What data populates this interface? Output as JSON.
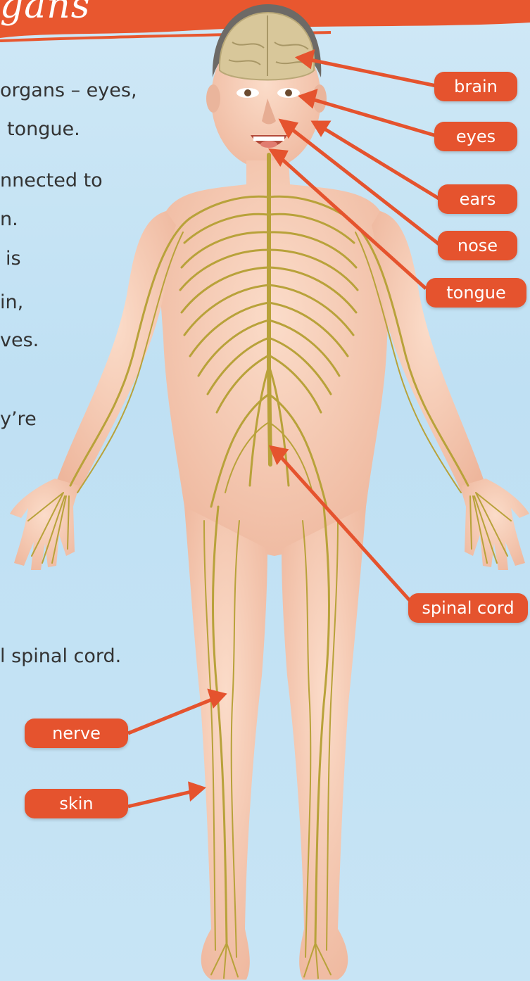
{
  "banner": {
    "title_fragment": "gans"
  },
  "text_lines": [
    "organs – eyes,",
    "tongue.",
    "nnected to",
    "n.",
    "is",
    "in,",
    "ves.",
    "y’re",
    "l spinal cord."
  ],
  "labels": {
    "brain": "brain",
    "eyes": "eyes",
    "ears": "ears",
    "nose": "nose",
    "tongue": "tongue",
    "spinal_cord": "spinal cord",
    "nerve": "nerve",
    "skin": "skin"
  },
  "colors": {
    "label_fill": "#e5532e",
    "arrow": "#e5532e",
    "nerve": "#b8a23a",
    "skin": "#f6cbb5",
    "background": "#c7e4f5"
  }
}
